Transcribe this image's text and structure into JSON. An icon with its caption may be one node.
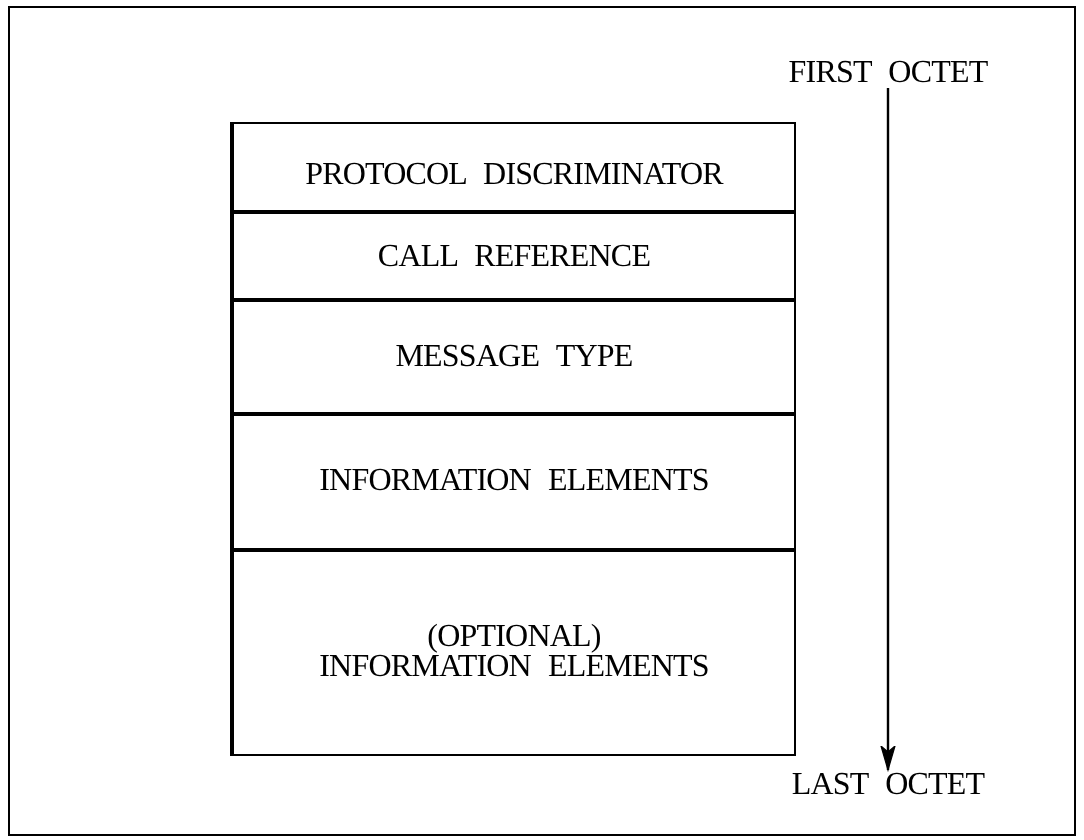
{
  "diagram": {
    "nodes": [
      {
        "text": [
          "FIRST OCTET"
        ]
      },
      {
        "text": [
          "PROTOCOL DISCRIMINATOR"
        ]
      },
      {
        "text": [
          "CALL REFERENCE"
        ]
      },
      {
        "text": [
          "MESSAGE TYPE"
        ]
      },
      {
        "text": [
          "INFORMATION ELEMENTS"
        ]
      },
      {
        "text": [
          "(OPTIONAL) INFORMATION ELEMENTS"
        ]
      },
      {
        "text": [
          "LAST OCTET"
        ]
      }
    ],
    "edges": [
      {
        "from": 0,
        "to": 6,
        "arrow": "to"
      }
    ]
  }
}
